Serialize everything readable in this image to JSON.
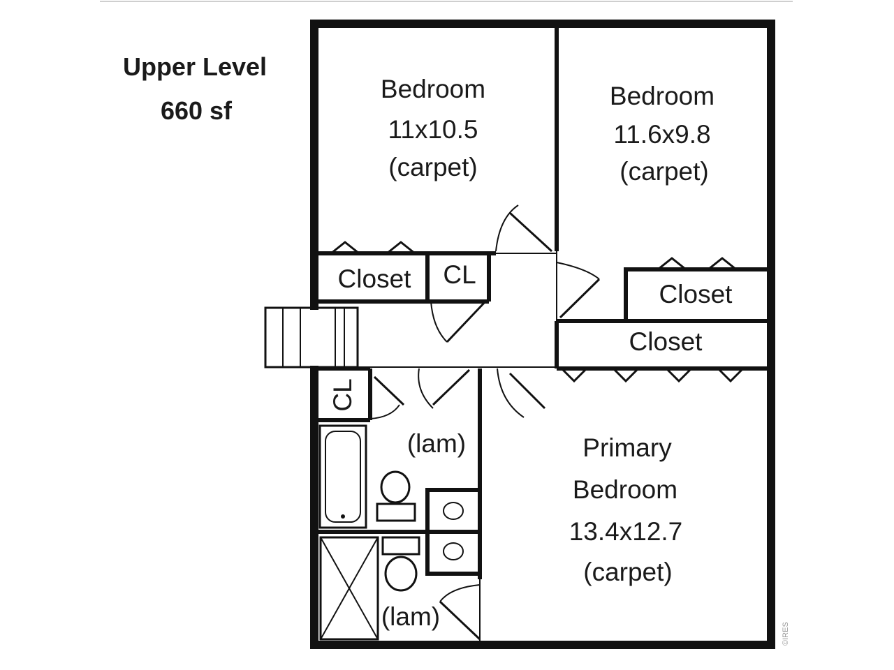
{
  "plan": {
    "level_title": "Upper Level",
    "level_area": "660 sf",
    "watermark": "©IRES"
  },
  "rooms": {
    "bedroom_1": {
      "name": "Bedroom",
      "size": "11x10.5",
      "floor": "(carpet)"
    },
    "bedroom_2": {
      "name": "Bedroom",
      "size": "11.6x9.8",
      "floor": "(carpet)"
    },
    "primary": {
      "name_line1": "Primary",
      "name_line2": "Bedroom",
      "size": "13.4x12.7",
      "floor": "(carpet)"
    },
    "closet_1": {
      "name": "Closet"
    },
    "closet_2": {
      "name": "Closet"
    },
    "closet_3": {
      "name": "Closet"
    },
    "cl_1": {
      "name": "CL"
    },
    "cl_2": {
      "name": "CL"
    },
    "bath_1": {
      "floor": "(lam)"
    },
    "bath_2": {
      "floor": "(lam)"
    }
  }
}
